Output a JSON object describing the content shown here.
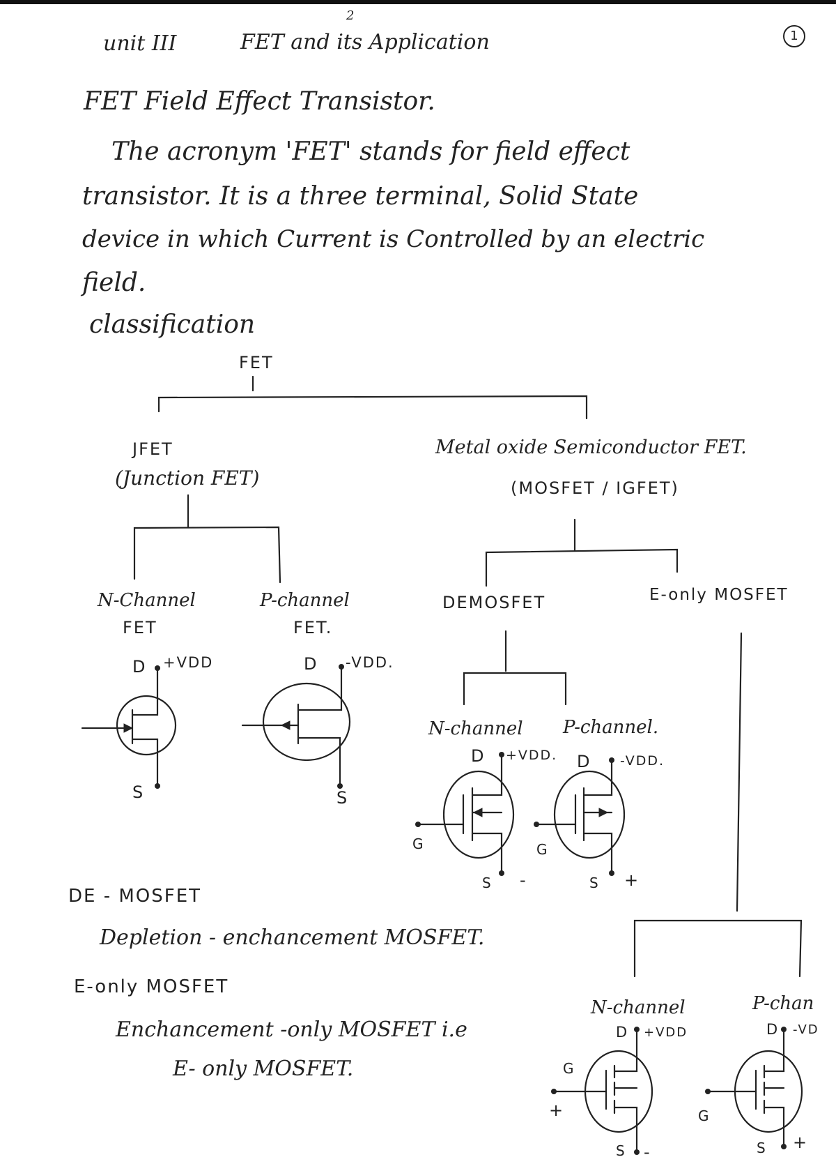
{
  "header": {
    "unit": "unit III",
    "title": "FET and its Application",
    "page_number": "1",
    "mark_above": "2"
  },
  "heading": "FET  Field Effect Transistor.",
  "paragraph": [
    "The acronym 'FET' stands for field effect",
    "transistor. It is a three terminal, Solid State",
    "device in which Current is Controlled by an electric",
    "field."
  ],
  "classification_label": "classification",
  "tree": {
    "root": "FET",
    "jfet": {
      "line1": "JFET",
      "line2": "(Junction FET)"
    },
    "mosfet": {
      "line1": "Metal oxide Semiconductor FET.",
      "line2": "(MOSFET / IGFET)"
    },
    "jfet_n": {
      "line1": "N-Channel",
      "line2": "FET"
    },
    "jfet_p": {
      "line1": "P-channel",
      "line2": "FET."
    },
    "demosfet": "DEMOSFET",
    "eonly": "E-only MOSFET",
    "de_n": "N-channel",
    "de_p": "P-channel.",
    "e_n": "N-channel",
    "e_p": "P-chan"
  },
  "symbols": {
    "jfet_n": {
      "drain": "D",
      "supply": "+VDD",
      "source": "S"
    },
    "jfet_p": {
      "drain": "D",
      "supply": "-VDD.",
      "source": "S"
    },
    "de_n": {
      "drain": "D",
      "supply": "+VDD.",
      "gate": "G",
      "source": "S",
      "polarity": "-"
    },
    "de_p": {
      "drain": "D",
      "supply": "-VDD.",
      "gate": "G",
      "source": "S",
      "polarity": "+"
    },
    "e_n": {
      "drain": "D",
      "supply": "+VDD",
      "gate": "G",
      "gate_polarity": "+",
      "source": "S",
      "polarity": "-"
    },
    "e_p": {
      "drain": "D",
      "supply": "-VD",
      "gate": "G",
      "source": "S",
      "polarity": "+"
    }
  },
  "definitions": {
    "de_title": "DE - MOSFET",
    "de_text": "Depletion - enchancement MOSFET.",
    "e_title": "E-only MOSFET",
    "e_text1": "Enchancement -only MOSFET i.e",
    "e_text2": "E- only MOSFET."
  }
}
